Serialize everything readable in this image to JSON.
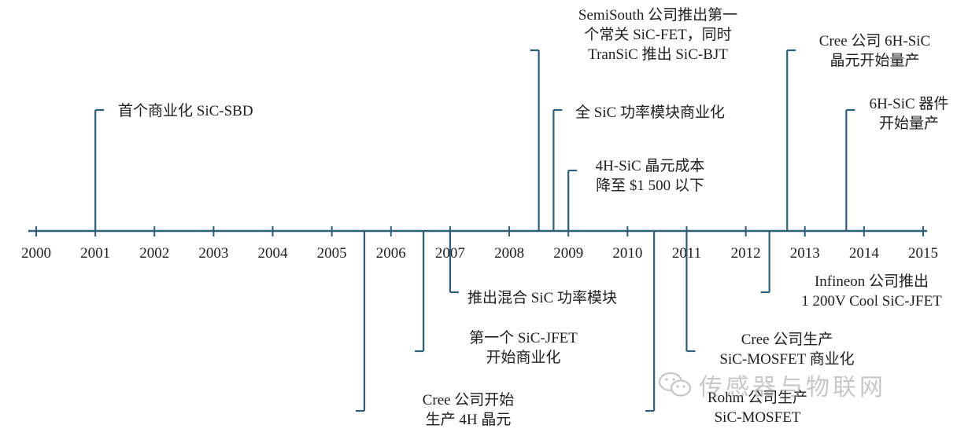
{
  "timeline": {
    "axis_color": "#2f5f78",
    "years": [
      "2000",
      "2001",
      "2002",
      "2003",
      "2004",
      "2005",
      "2006",
      "2007",
      "2008",
      "2009",
      "2010",
      "2011",
      "2012",
      "2013",
      "2014",
      "2015"
    ],
    "events": [
      {
        "id": "e1",
        "year": 2001.0,
        "dir": "up",
        "lines": [
          "首个商业化 SiC-SBD"
        ]
      },
      {
        "id": "e2",
        "year": 2008.5,
        "dir": "up",
        "lines": [
          "SemiSouth 公司推出第一",
          "个常关 SiC-FET，同时",
          "TranSiC 推出 SiC-BJT"
        ]
      },
      {
        "id": "e3",
        "year": 2008.75,
        "dir": "up",
        "lines": [
          "全 SiC 功率模块商业化"
        ]
      },
      {
        "id": "e4",
        "year": 2009.0,
        "dir": "up",
        "lines": [
          "4H-SiC 晶元成本",
          "降至 $1 500 以下"
        ]
      },
      {
        "id": "e5",
        "year": 2012.7,
        "dir": "up",
        "lines": [
          "Cree 公司 6H-SiC",
          "晶元开始量产"
        ]
      },
      {
        "id": "e6",
        "year": 2013.7,
        "dir": "up",
        "lines": [
          "6H-SiC 器件",
          "开始量产"
        ]
      },
      {
        "id": "e7",
        "year": 2005.55,
        "dir": "down",
        "lines": [
          "Cree 公司开始",
          "生产 4H 晶元"
        ]
      },
      {
        "id": "e8",
        "year": 2006.55,
        "dir": "down",
        "lines": [
          "第一个 SiC-JFET",
          "开始商业化"
        ]
      },
      {
        "id": "e9",
        "year": 2007.0,
        "dir": "down",
        "lines": [
          "推出混合 SiC 功率模块"
        ]
      },
      {
        "id": "e10",
        "year": 2010.45,
        "dir": "down",
        "lines": [
          "Rohm 公司生产",
          "SiC-MOSFET"
        ]
      },
      {
        "id": "e11",
        "year": 2011.0,
        "dir": "down",
        "lines": [
          "Cree 公司生产",
          "SiC-MOSFET 商业化"
        ]
      },
      {
        "id": "e12",
        "year": 2012.4,
        "dir": "down",
        "lines": [
          "Infineon 公司推出",
          "1 200V Cool SiC-JFET"
        ]
      }
    ]
  },
  "watermark": {
    "text": "传感器与物联网",
    "icon": "wechat-icon"
  }
}
